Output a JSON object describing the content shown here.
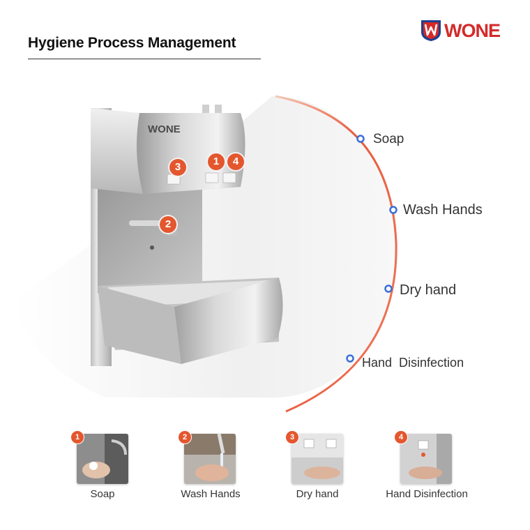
{
  "header": {
    "title": "Hygiene Process Management"
  },
  "brand": {
    "name": "WONE",
    "color_red": "#d42a2a",
    "color_blue": "#1f3f8f"
  },
  "arc": {
    "color": "#e8593a",
    "dot_color": "#3b6fd8",
    "labels": [
      "Soap",
      "Wash Hands",
      "Dry hand",
      "Hand  Disinfection"
    ]
  },
  "device": {
    "brand_text": "WONE",
    "badges": [
      "3",
      "1",
      "4",
      "2"
    ]
  },
  "steps": [
    {
      "num": "1",
      "label": "Soap"
    },
    {
      "num": "2",
      "label": "Wash Hands"
    },
    {
      "num": "3",
      "label": "Dry  hand"
    },
    {
      "num": "4",
      "label": "Hand Disinfection"
    }
  ]
}
